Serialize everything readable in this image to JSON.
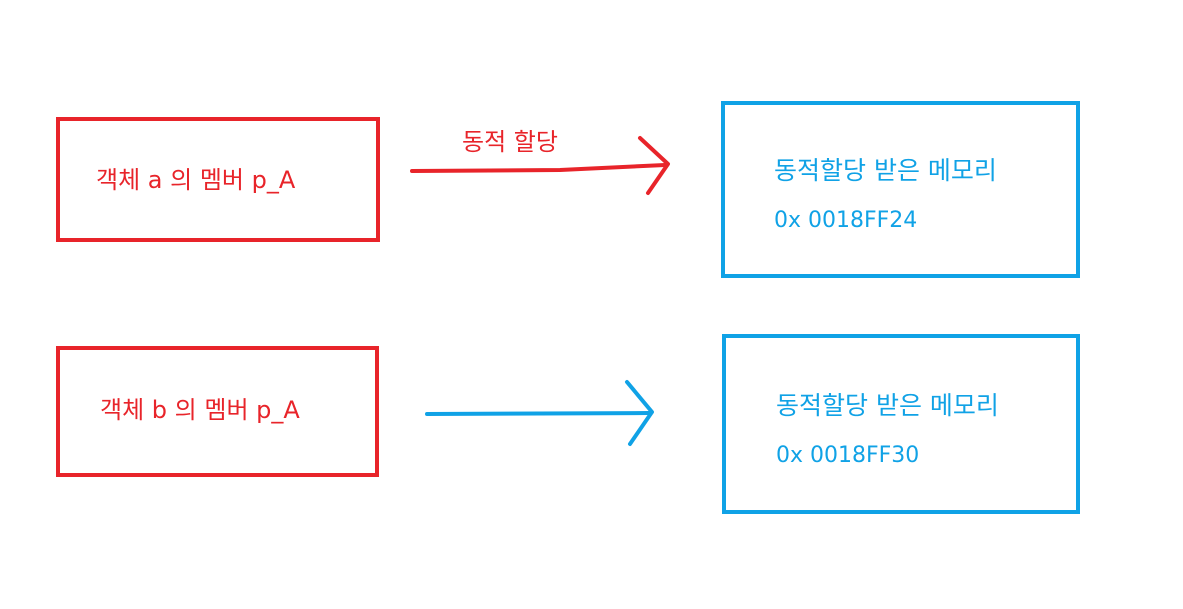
{
  "colors": {
    "red": "#e8242a",
    "blue": "#10a2e6"
  },
  "object_a": {
    "label": "객체 a 의 멤버 p_A"
  },
  "object_b": {
    "label": "객체 b 의 멤버 p_A"
  },
  "arrow_a": {
    "label": "동적 할당"
  },
  "memory_a": {
    "title": "동적할당 받은 메모리",
    "address": "0x 0018FF24"
  },
  "memory_b": {
    "title": "동적할당 받은 메모리",
    "address": "0x 0018FF30"
  }
}
